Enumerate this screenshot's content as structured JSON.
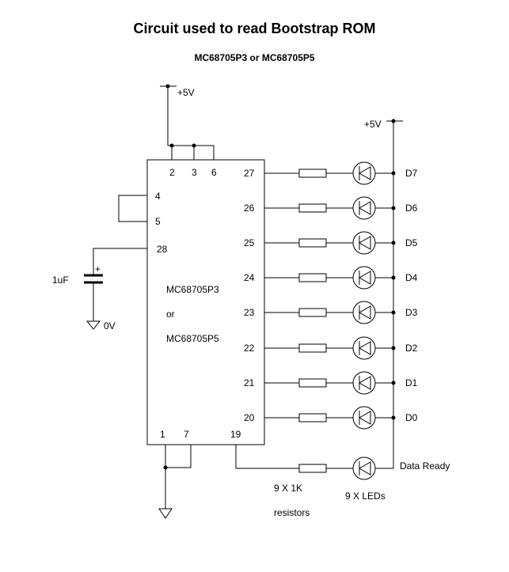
{
  "title": "Circuit used to read Bootstrap ROM",
  "subtitle": "MC68705P3 or MC68705P5",
  "supply_top": "+5V",
  "supply_right": "+5V",
  "chip": {
    "line1": "MC68705P3",
    "line2": "or",
    "line3": "MC68705P5",
    "pins": {
      "p2": "2",
      "p3": "3",
      "p6": "6",
      "p4": "4",
      "p5": "5",
      "p28": "28",
      "p1": "1",
      "p7": "7",
      "p19": "19"
    }
  },
  "capacitor": {
    "value": "1uF",
    "plus": "+"
  },
  "ground_label": "0V",
  "channels": [
    {
      "pin": "27",
      "label": "D7"
    },
    {
      "pin": "26",
      "label": "D6"
    },
    {
      "pin": "25",
      "label": "D5"
    },
    {
      "pin": "24",
      "label": "D4"
    },
    {
      "pin": "23",
      "label": "D3"
    },
    {
      "pin": "22",
      "label": "D2"
    },
    {
      "pin": "21",
      "label": "D1"
    },
    {
      "pin": "20",
      "label": "D0"
    }
  ],
  "data_ready": "Data Ready",
  "resistors_label_1": "9 X 1K",
  "resistors_label_2": "resistors",
  "leds_label": "9 X LEDs"
}
